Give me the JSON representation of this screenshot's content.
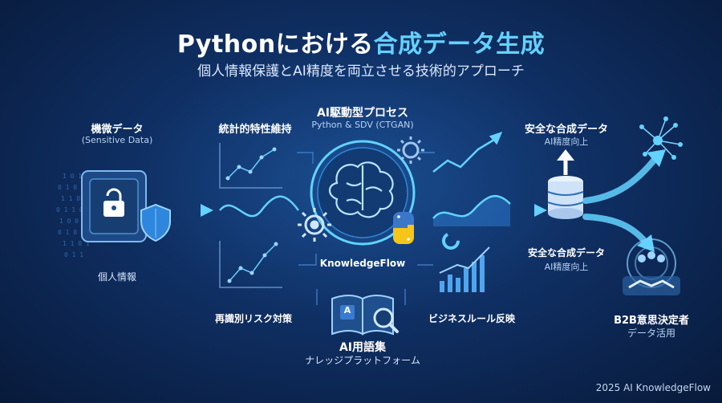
{
  "header": {
    "title_main": "Pythonにおける",
    "title_accent": "合成データ生成",
    "subtitle": "個人情報保護とAI精度を両立させる技術的アプローチ"
  },
  "input": {
    "title": "機微データ",
    "subtitle": "(Sensitive Data)",
    "caption": "個人情報"
  },
  "process": {
    "title": "AI駆動型プロセス",
    "subtitle": "Python & SDV (CTGAN)",
    "brand": "KnowledgeFlow",
    "stat_label": "統計的特性維持",
    "risk_label": "再識別リスク対策",
    "rule_label": "ビジネスルール反映"
  },
  "glossary": {
    "title": "AI用語集",
    "subtitle": "ナレッジプラットフォーム",
    "letter": "A"
  },
  "output": {
    "title_1": "安全な合成データ",
    "subtitle_1": "AI精度向上",
    "title_2": "安全な合成データ",
    "subtitle_2": "AI精度向上"
  },
  "target": {
    "title": "B2B意思決定者",
    "subtitle": "データ活用"
  },
  "footer": {
    "credit": "2025 AI KnowledgeFlow"
  },
  "colors": {
    "accent": "#63d2ff",
    "python_yellow": "#f5c518",
    "python_blue": "#3b77c9"
  }
}
